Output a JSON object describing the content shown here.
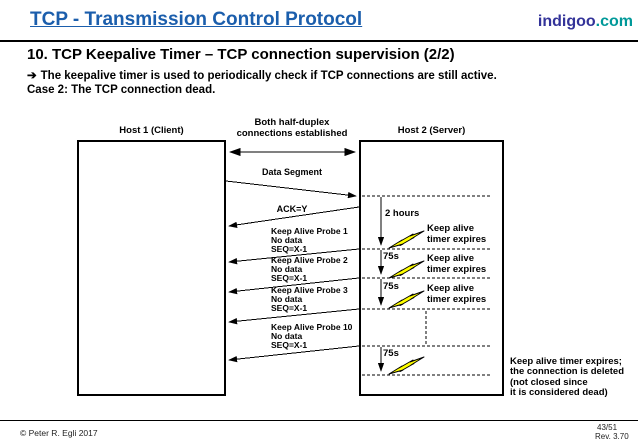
{
  "colors": {
    "header_blue": "#1b5eac",
    "brand_indigo": "#333399",
    "brand_teal": "#009999",
    "bolt_yellow": "#ffff00",
    "text_black": "#000000"
  },
  "header": {
    "title": "TCP - Transmission Control Protocol",
    "brand_name": "indigoo",
    "brand_tld": ".com"
  },
  "slide": {
    "title": "10. TCP Keepalive Timer – TCP connection supervision (2/2)",
    "bullet_arrow": "➔",
    "bullet": "The keepalive timer is used to periodically check if TCP connections are still active.",
    "case_line": "Case 2: The TCP connection dead."
  },
  "diagram": {
    "host1_label": "Host 1 (Client)",
    "host2_label": "Host 2 (Server)",
    "established_line1": "Both half-duplex",
    "established_line2": "connections established",
    "data_segment_label": "Data Segment",
    "ack_label": "ACK=Y",
    "timer_first": "2 hours",
    "timer_interval": "75s",
    "expire_line1": "Keep alive",
    "expire_line2": "timer expires",
    "probes": [
      {
        "lines": [
          "Keep Alive Probe 1",
          "No data",
          "SEQ=X-1"
        ]
      },
      {
        "lines": [
          "Keep Alive Probe 2",
          "No data",
          "SEQ=X-1"
        ]
      },
      {
        "lines": [
          "Keep Alive Probe 3",
          "No data",
          "SEQ=X-1"
        ]
      },
      {
        "lines": [
          "Keep Alive Probe 10",
          "No data",
          "SEQ=X-1"
        ]
      }
    ],
    "note_lines": [
      "Keep alive timer expires;",
      "the connection is deleted",
      "(not closed since",
      "it is considered dead)"
    ]
  },
  "footer": {
    "copyright": "© Peter R. Egli 2017",
    "page": "43/51",
    "revision": "Rev. 3.70"
  }
}
